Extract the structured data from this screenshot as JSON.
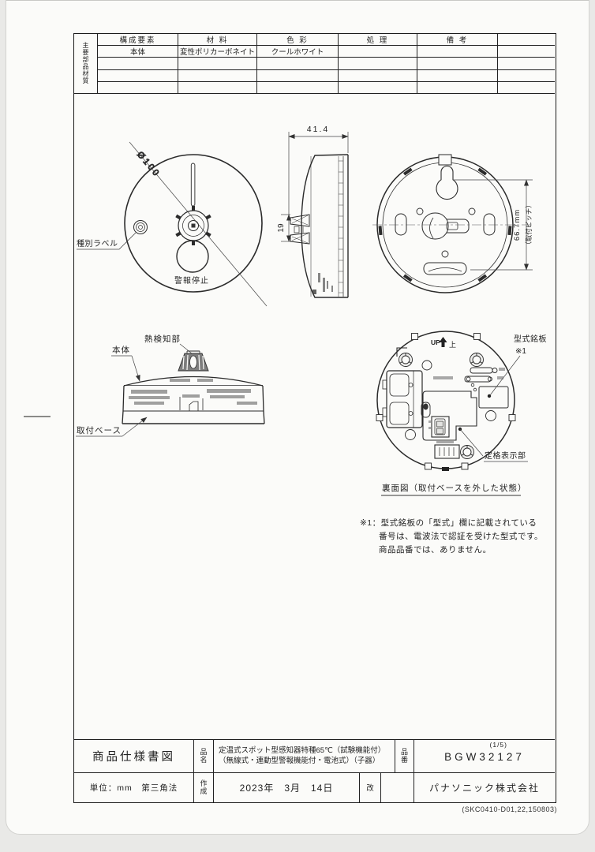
{
  "page": {
    "footer_code": "(SKC0410-D01,22,150803)"
  },
  "materials_table": {
    "side_label": "主要部品材質",
    "headers": [
      "構成要素",
      "材 料",
      "色 彩",
      "処 理",
      "備 考"
    ],
    "rows": [
      [
        "本体",
        "変性ポリカーボネイト",
        "クールホワイト",
        "",
        ""
      ],
      [
        "",
        "",
        "",
        "",
        ""
      ],
      [
        "",
        "",
        "",
        "",
        ""
      ],
      [
        "",
        "",
        "",
        "",
        ""
      ]
    ]
  },
  "drawings": {
    "top_view": {
      "diameter": "Ø100",
      "type_label": "種別ラベル",
      "alarm_stop": "警報停止"
    },
    "side_view": {
      "depth": "41.4",
      "sensor_height": "19"
    },
    "base_view": {
      "pitch": "66.7mm",
      "pitch_note": "（取付ピッチ）"
    },
    "body_view": {
      "heat_sensor": "熱検知部",
      "body": "本体",
      "base": "取付ベース"
    },
    "back_view": {
      "up": "UP",
      "up_kanji": "上",
      "nameplate": "型式銘板",
      "nameplate_ref": "※1",
      "rating": "定格表示部",
      "caption": "裏面図（取付ベースを外した状態）"
    },
    "note": {
      "line1": "※1：型式銘板の「型式」欄に記載されている",
      "line2": "番号は、電波法で認証を受けた型式です。",
      "line3": "商品品番では、ありません。"
    }
  },
  "title_block": {
    "doc_type": "商品仕様書図",
    "name_label": "品名",
    "product_name_line1": "定温式スポット型感知器特種65℃（試験機能付）",
    "product_name_line2": "（無線式・連動型警報機能付・電池式）（子器）",
    "number_label": "品番",
    "sheet_no": "(1/5)",
    "product_number": "BGW32127",
    "unit_note": "単位：mm　第三角法",
    "created_label": "作成",
    "created_date": "2023年　3月　14日",
    "revision_label": "改",
    "company": "パナソニック株式会社"
  }
}
